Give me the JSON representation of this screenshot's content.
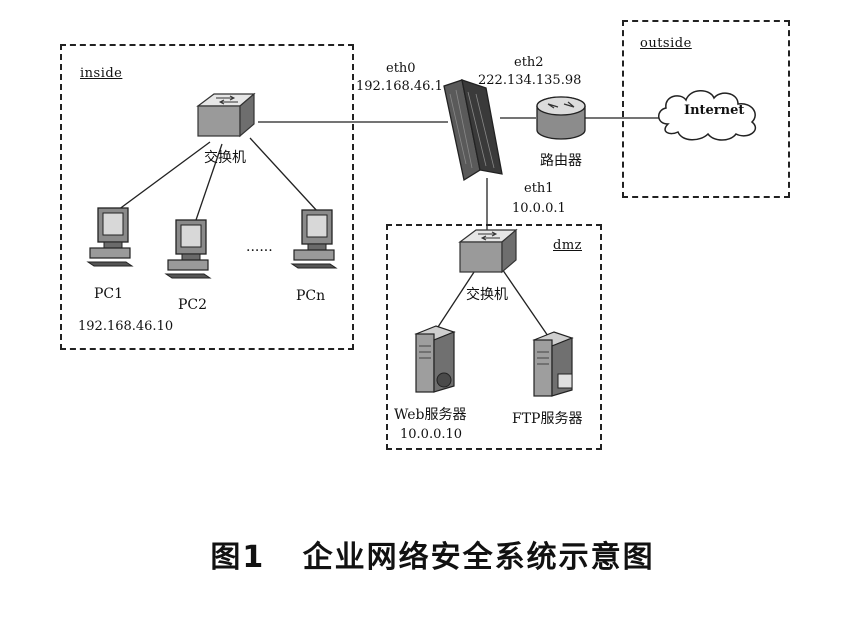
{
  "zones": {
    "inside": "inside",
    "outside": "outside",
    "dmz": "dmz"
  },
  "firewall": {
    "eth0_name": "eth0",
    "eth0_ip": "192.168.46.1",
    "eth2_name": "eth2",
    "eth2_ip": "222.134.135.98",
    "eth1_name": "eth1",
    "eth1_ip": "10.0.0.1"
  },
  "router": {
    "label": "路由器"
  },
  "internet": {
    "label": "Internet"
  },
  "inside_switch": {
    "label": "交换机"
  },
  "dmz_switch": {
    "label": "交换机"
  },
  "pcs": [
    {
      "label": "PC1"
    },
    {
      "label": "PC2"
    },
    {
      "label": "PCn"
    }
  ],
  "pc1_ip": "192.168.46.10",
  "ellipsis": "......",
  "web_server": {
    "label": "Web服务器",
    "ip": "10.0.0.10"
  },
  "ftp_server": {
    "label": "FTP服务器"
  },
  "caption": "图1   企业网络安全系统示意图"
}
